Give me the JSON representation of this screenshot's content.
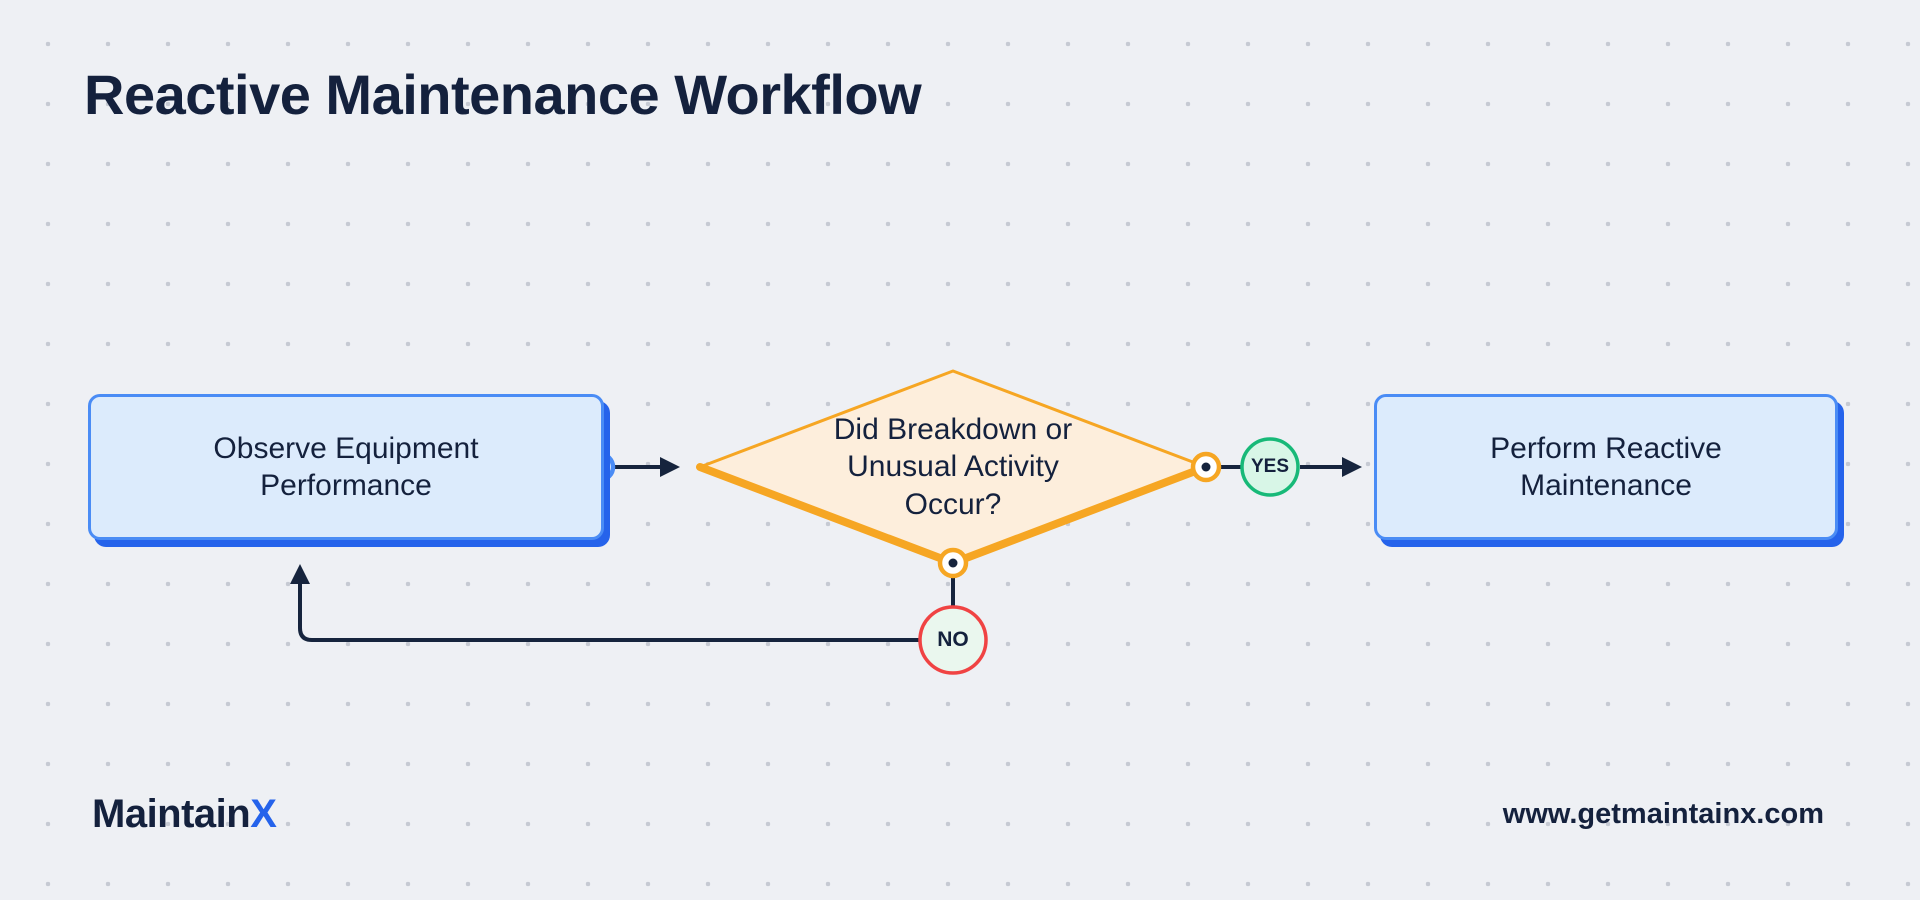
{
  "page": {
    "title": "Reactive Maintenance Workflow"
  },
  "brand": {
    "logo_text_1": "Maintain",
    "logo_text_2": "X",
    "website": "www.getmaintainx.com"
  },
  "flowchart": {
    "type": "flowchart",
    "nodes": [
      {
        "id": "observe",
        "type": "process",
        "label": "Observe Equipment Performance"
      },
      {
        "id": "decision",
        "type": "decision",
        "label": "Did Breakdown or Unusual Activity Occur?"
      },
      {
        "id": "perform",
        "type": "process",
        "label": "Perform Reactive Maintenance"
      }
    ],
    "edges": [
      {
        "from": "observe",
        "to": "decision",
        "label": ""
      },
      {
        "from": "decision",
        "to": "perform",
        "label": "YES"
      },
      {
        "from": "decision",
        "to": "observe",
        "label": "NO"
      }
    ],
    "colors": {
      "background": "#eef0f4",
      "dot_grid": "#c6cad3",
      "title_text": "#14213d",
      "process_fill": "#dcebfc",
      "process_border": "#4a8cf5",
      "process_shadow": "#2563eb",
      "decision_fill": "#fdeedc",
      "decision_border": "#f6a623",
      "yes_fill": "#d8f6e7",
      "yes_border": "#17b978",
      "no_fill": "#eaf7ee",
      "no_border": "#f04343",
      "arrow": "#16243d",
      "logo_accent": "#2563eb"
    }
  }
}
